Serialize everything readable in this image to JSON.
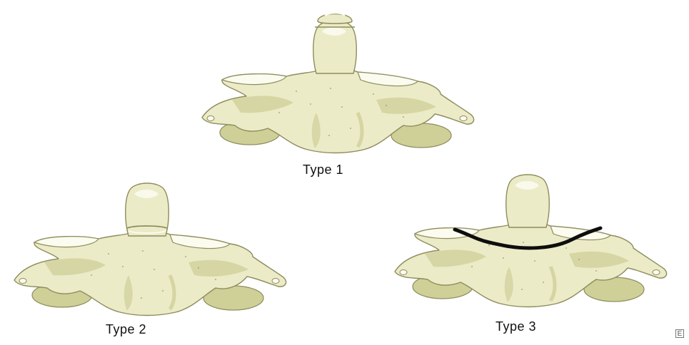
{
  "figure": {
    "labels": {
      "type1": "Type 1",
      "type2": "Type 2",
      "type3": "Type 3"
    },
    "corner_mark": "E"
  },
  "colors": {
    "bone_fill": "#ecebc8",
    "bone_shade": "#cfcf98",
    "bone_dark": "#8e8c5c",
    "bone_highlight": "#fbfbef",
    "fracture_line": "#0e0e0e"
  }
}
